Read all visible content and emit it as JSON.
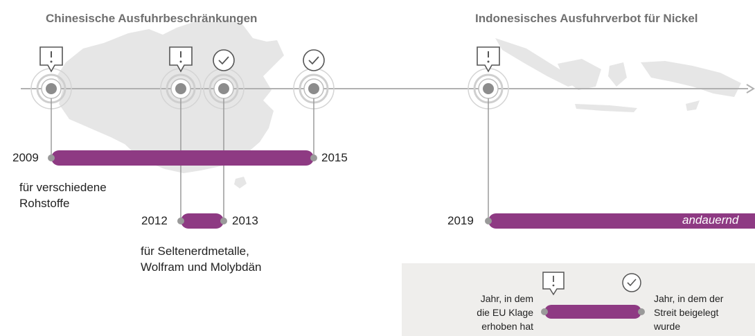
{
  "titles": {
    "china": "Chinesische Ausfuhrbeschränkungen",
    "indonesia": "Indonesisches Ausfuhrverbot für Nickel"
  },
  "bars": [
    {
      "start": "2009",
      "end": "2015",
      "note_lines": [
        "für verschiedene",
        "Rohstoffe"
      ]
    },
    {
      "start": "2012",
      "end": "2013",
      "note_lines": [
        "für Seltenerdmetalle,",
        "Wolfram und Molybdän"
      ]
    },
    {
      "start": "2019",
      "end": "andauernd",
      "note_lines": []
    }
  ],
  "legend": {
    "left_lines": [
      "Jahr, in dem",
      "die EU Klage",
      "erhoben hat"
    ],
    "right_lines": [
      "Jahr, in dem der",
      "Streit beigelegt",
      "wurde"
    ]
  },
  "colors": {
    "bar": "#8e3a83",
    "axis": "#b0b0b0",
    "node": "#8c8c8c",
    "map": "#e6e6e6",
    "title": "#707070"
  },
  "icons": {
    "complaint": "speech-bubble-exclamation-icon",
    "settled": "check-circle-icon"
  }
}
